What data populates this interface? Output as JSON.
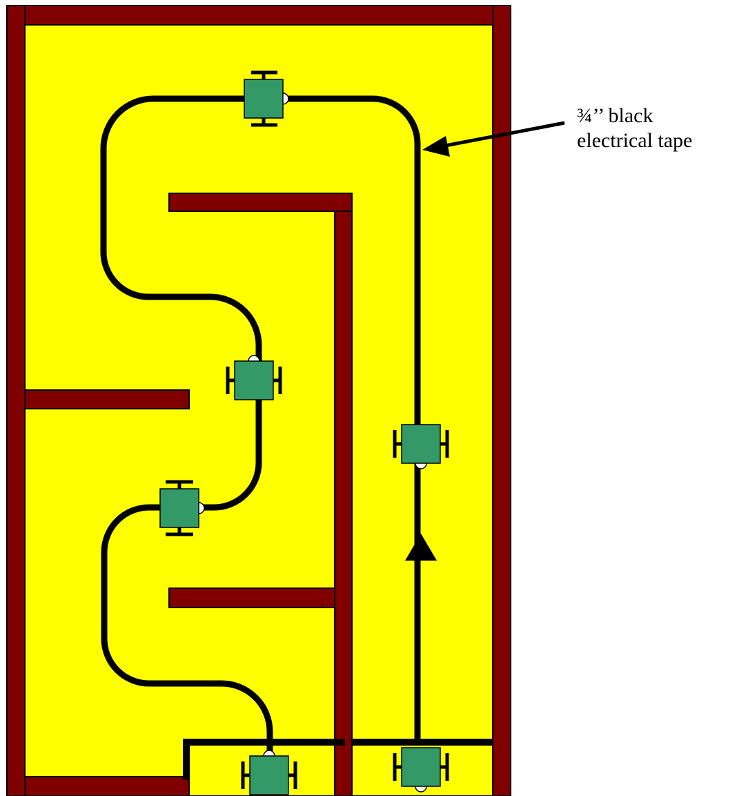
{
  "diagram": {
    "annotation": {
      "line1": "¾’’ black",
      "line2": "electrical tape"
    },
    "colors": {
      "floor": "#ffff00",
      "wall": "#800000",
      "tape": "#000000",
      "robot_body": "#339966",
      "robot_sensor": "#ffffff",
      "outline": "#000000"
    },
    "robots": [
      {
        "name": "robot-top",
        "orientation": "horizontal",
        "sensor": "right"
      },
      {
        "name": "robot-mid-upper",
        "orientation": "vertical",
        "sensor": "up"
      },
      {
        "name": "robot-right-lane",
        "orientation": "vertical",
        "sensor": "down"
      },
      {
        "name": "robot-mid-lower",
        "orientation": "horizontal",
        "sensor": "right"
      },
      {
        "name": "robot-bottom-left",
        "orientation": "vertical",
        "sensor": "up"
      },
      {
        "name": "robot-bottom-right",
        "orientation": "vertical",
        "sensor": "down"
      }
    ],
    "arrow_direction": "up"
  }
}
